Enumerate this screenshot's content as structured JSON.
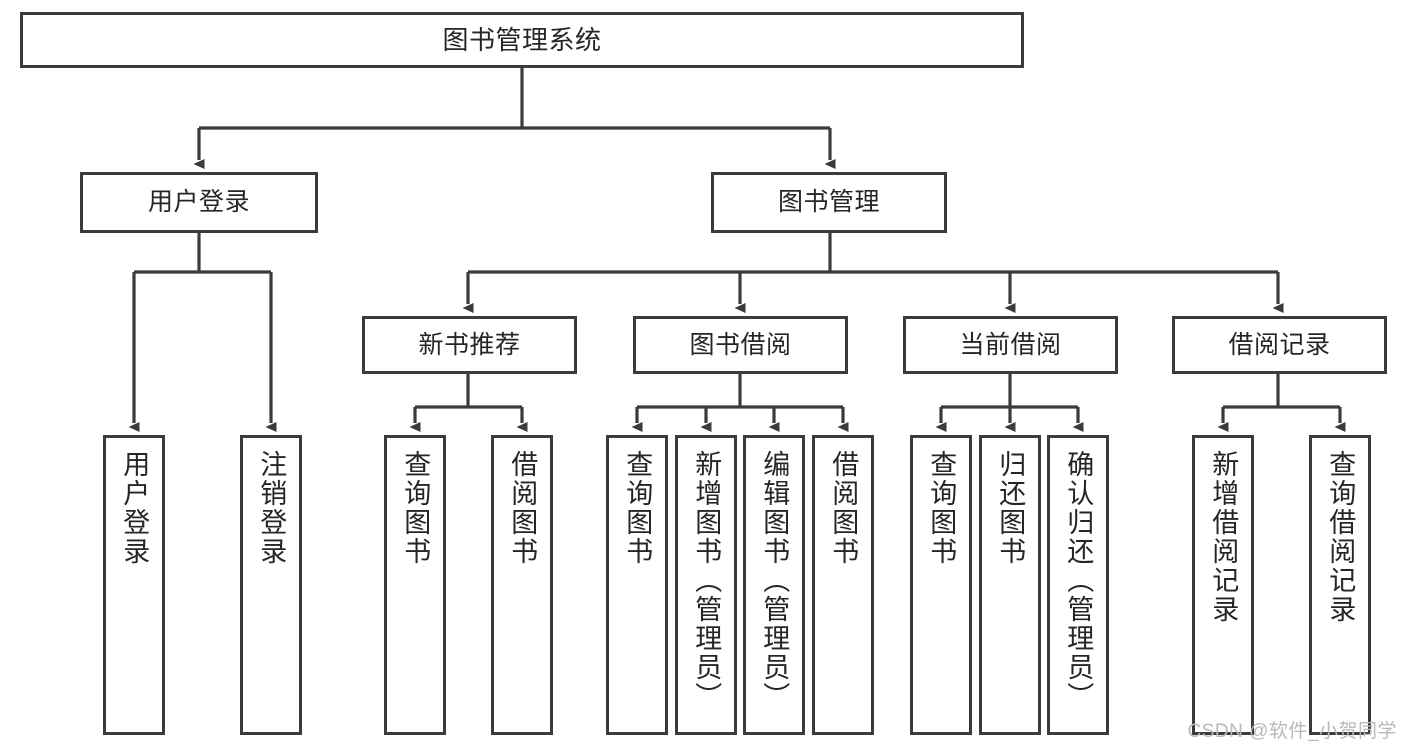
{
  "diagram": {
    "title": "图书管理系统",
    "type": "hierarchy-tree",
    "root": {
      "id": "root",
      "label": "图书管理系统"
    },
    "level2": [
      {
        "id": "user-login",
        "label": "用户登录"
      },
      {
        "id": "book-manage",
        "label": "图书管理"
      }
    ],
    "level3": [
      {
        "id": "new-book-recommend",
        "label": "新书推荐"
      },
      {
        "id": "book-borrow",
        "label": "图书借阅"
      },
      {
        "id": "current-borrow",
        "label": "当前借阅"
      },
      {
        "id": "borrow-record",
        "label": "借阅记录"
      }
    ],
    "leaves": {
      "user_login": [
        {
          "id": "leaf-user-login",
          "label": "用户登录"
        },
        {
          "id": "leaf-logout-login",
          "label": "注销登录"
        }
      ],
      "new_book_recommend": [
        {
          "id": "leaf-query-book-1",
          "label": "查询图书"
        },
        {
          "id": "leaf-borrow-book-1",
          "label": "借阅图书"
        }
      ],
      "book_borrow": [
        {
          "id": "leaf-query-book-2",
          "label": "查询图书"
        },
        {
          "id": "leaf-add-book",
          "label": "新增图书（管理员）"
        },
        {
          "id": "leaf-edit-book",
          "label": "编辑图书（管理员）"
        },
        {
          "id": "leaf-borrow-book-2",
          "label": "借阅图书"
        }
      ],
      "current_borrow": [
        {
          "id": "leaf-query-book-3",
          "label": "查询图书"
        },
        {
          "id": "leaf-return-book",
          "label": "归还图书"
        },
        {
          "id": "leaf-confirm-return",
          "label": "确认归还（管理员）"
        }
      ],
      "borrow_record": [
        {
          "id": "leaf-add-record",
          "label": "新增借阅记录"
        },
        {
          "id": "leaf-query-record",
          "label": "查询借阅记录"
        }
      ]
    }
  },
  "watermark": {
    "text": "CSDN @软件_小贺同学"
  },
  "colors": {
    "stroke": "#3b3b3b",
    "text": "#262626",
    "background": "#ffffff",
    "watermark": "#b9b9b9"
  }
}
